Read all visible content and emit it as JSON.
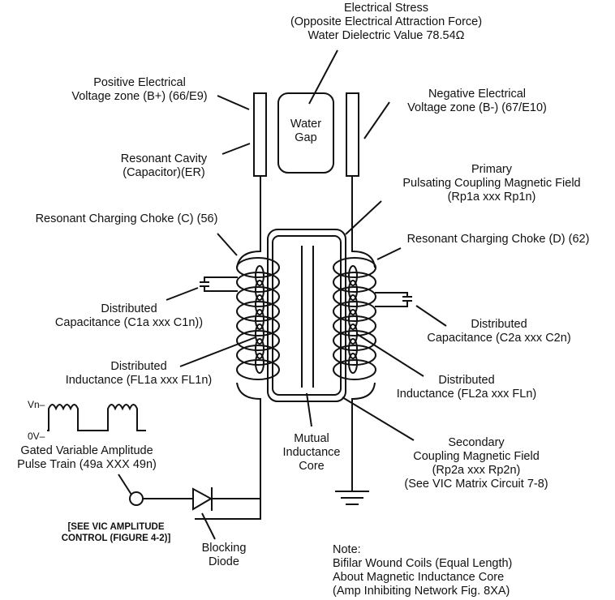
{
  "title_block": {
    "line1": "Electrical Stress",
    "line2": "(Opposite Electrical Attraction Force)",
    "line3": "Water Dielectric Value 78.54Ω"
  },
  "water_gap": {
    "line1": "Water",
    "line2": "Gap"
  },
  "positive_zone": {
    "line1": "Positive Electrical",
    "line2": "Voltage zone (B+) (66/E9)"
  },
  "negative_zone": {
    "line1": "Negative Electrical",
    "line2": "Voltage zone (B-) (67/E10)"
  },
  "resonant_cavity": {
    "line1": "Resonant Cavity",
    "line2": "(Capacitor)(ER)"
  },
  "primary_field": {
    "line1": "Primary",
    "line2": "Pulsating Coupling Magnetic Field",
    "line3": "(Rp1a xxx Rp1n)"
  },
  "choke_c": {
    "label": "Resonant Charging Choke (C) (56)"
  },
  "choke_d": {
    "label": "Resonant Charging Choke (D) (62)"
  },
  "cap_left": {
    "line1": "Distributed",
    "line2": "Capacitance (C1a xxx C1n))"
  },
  "cap_right": {
    "line1": "Distributed",
    "line2": "Capacitance (C2a xxx C2n)"
  },
  "ind_left": {
    "line1": "Distributed",
    "line2": "Inductance (FL1a xxx FL1n)"
  },
  "ind_right": {
    "line1": "Distributed",
    "line2": "Inductance (FL2a xxx FLn)"
  },
  "pulse": {
    "vn_label": "Vn–",
    "zero_label": "0V–",
    "line1": "Gated Variable Amplitude",
    "line2": "Pulse Train (49a XXX 49n)"
  },
  "core": {
    "line1": "Mutual",
    "line2": "Inductance",
    "line3": "Core"
  },
  "secondary_field": {
    "line1": "Secondary",
    "line2": "Coupling Magnetic Field",
    "line3": "(Rp2a xxx Rp2n)",
    "line4": "(See VIC Matrix Circuit 7-8)"
  },
  "amplitude_ref": {
    "line1": "[SEE VIC AMPLITUDE",
    "line2": "CONTROL (FIGURE 4-2)]"
  },
  "diode": {
    "line1": "Blocking",
    "line2": "Diode"
  },
  "note": {
    "line1": "Note:",
    "line2": "Bifilar Wound Coils (Equal Length)",
    "line3": "About Magnetic Inductance Core",
    "line4": "(Amp Inhibiting Network Fig. 8XA)"
  }
}
